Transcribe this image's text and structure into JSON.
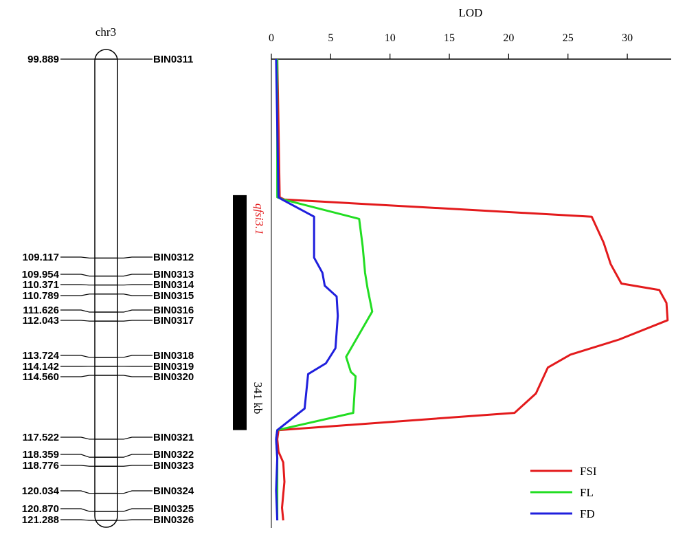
{
  "chart_data": [
    {
      "type": "genetic_map",
      "chromosome": "chr3",
      "markers": [
        {
          "position": "99.889",
          "name": "BIN0311"
        },
        {
          "position": "109.117",
          "name": "BIN0312"
        },
        {
          "position": "109.954",
          "name": "BIN0313"
        },
        {
          "position": "110.371",
          "name": "BIN0314"
        },
        {
          "position": "110.789",
          "name": "BIN0315"
        },
        {
          "position": "111.626",
          "name": "BIN0316"
        },
        {
          "position": "112.043",
          "name": "BIN0317"
        },
        {
          "position": "113.724",
          "name": "BIN0318"
        },
        {
          "position": "114.142",
          "name": "BIN0319"
        },
        {
          "position": "114.560",
          "name": "BIN0320"
        },
        {
          "position": "117.522",
          "name": "BIN0321"
        },
        {
          "position": "118.359",
          "name": "BIN0322"
        },
        {
          "position": "118.776",
          "name": "BIN0323"
        },
        {
          "position": "120.034",
          "name": "BIN0324"
        },
        {
          "position": "120.870",
          "name": "BIN0325"
        },
        {
          "position": "121.288",
          "name": "BIN0326"
        }
      ],
      "qtl": {
        "name": "qfsi3.1",
        "interval_label": "341 kb",
        "start": 106.2,
        "end": 117.1
      }
    },
    {
      "type": "line",
      "xlabel": "LOD",
      "xticks": [
        0,
        5,
        10,
        15,
        20,
        25,
        30
      ],
      "xlim": [
        0,
        33.7
      ],
      "ylim": [
        99.889,
        121.288
      ],
      "legend_position": "bottom-right",
      "series": [
        {
          "name": "FSI",
          "color": "#e31a1c",
          "points": [
            {
              "lod": 0.5,
              "pos": 99.889
            },
            {
              "lod": 0.6,
              "pos": 103.0
            },
            {
              "lod": 0.7,
              "pos": 106.3
            },
            {
              "lod": 1.1,
              "pos": 106.4
            },
            {
              "lod": 27.0,
              "pos": 107.2
            },
            {
              "lod": 28.0,
              "pos": 108.4
            },
            {
              "lod": 28.6,
              "pos": 109.4
            },
            {
              "lod": 29.5,
              "pos": 110.3
            },
            {
              "lod": 32.7,
              "pos": 110.6
            },
            {
              "lod": 33.3,
              "pos": 111.2
            },
            {
              "lod": 33.4,
              "pos": 112.0
            },
            {
              "lod": 29.3,
              "pos": 112.9
            },
            {
              "lod": 25.2,
              "pos": 113.6
            },
            {
              "lod": 23.3,
              "pos": 114.2
            },
            {
              "lod": 22.3,
              "pos": 115.4
            },
            {
              "lod": 20.5,
              "pos": 116.3
            },
            {
              "lod": 0.6,
              "pos": 117.1
            },
            {
              "lod": 0.5,
              "pos": 117.522
            },
            {
              "lod": 0.6,
              "pos": 118.1
            },
            {
              "lod": 1.0,
              "pos": 118.6
            },
            {
              "lod": 1.1,
              "pos": 119.5
            },
            {
              "lod": 0.9,
              "pos": 120.7
            },
            {
              "lod": 1.0,
              "pos": 121.288
            }
          ]
        },
        {
          "name": "FL",
          "color": "#22dd22",
          "points": [
            {
              "lod": 0.5,
              "pos": 99.889
            },
            {
              "lod": 0.5,
              "pos": 103.0
            },
            {
              "lod": 0.5,
              "pos": 106.3
            },
            {
              "lod": 1.0,
              "pos": 106.4
            },
            {
              "lod": 7.4,
              "pos": 107.3
            },
            {
              "lod": 7.7,
              "pos": 108.6
            },
            {
              "lod": 7.9,
              "pos": 109.8
            },
            {
              "lod": 8.1,
              "pos": 110.5
            },
            {
              "lod": 8.5,
              "pos": 111.6
            },
            {
              "lod": 6.3,
              "pos": 113.7
            },
            {
              "lod": 6.7,
              "pos": 114.4
            },
            {
              "lod": 7.1,
              "pos": 114.6
            },
            {
              "lod": 6.9,
              "pos": 116.3
            },
            {
              "lod": 0.5,
              "pos": 117.1
            },
            {
              "lod": 0.4,
              "pos": 117.522
            },
            {
              "lod": 0.5,
              "pos": 118.4
            },
            {
              "lod": 0.5,
              "pos": 119.8
            },
            {
              "lod": 0.5,
              "pos": 121.288
            }
          ]
        },
        {
          "name": "FD",
          "color": "#1f1fdd",
          "points": [
            {
              "lod": 0.4,
              "pos": 99.889
            },
            {
              "lod": 0.5,
              "pos": 103.0
            },
            {
              "lod": 0.6,
              "pos": 106.3
            },
            {
              "lod": 0.9,
              "pos": 106.4
            },
            {
              "lod": 3.6,
              "pos": 107.2
            },
            {
              "lod": 3.6,
              "pos": 109.1
            },
            {
              "lod": 4.3,
              "pos": 109.8
            },
            {
              "lod": 4.5,
              "pos": 110.4
            },
            {
              "lod": 5.5,
              "pos": 110.9
            },
            {
              "lod": 5.6,
              "pos": 111.8
            },
            {
              "lod": 5.4,
              "pos": 113.3
            },
            {
              "lod": 4.6,
              "pos": 114.0
            },
            {
              "lod": 3.1,
              "pos": 114.5
            },
            {
              "lod": 2.8,
              "pos": 116.1
            },
            {
              "lod": 0.5,
              "pos": 117.1
            },
            {
              "lod": 0.4,
              "pos": 117.522
            },
            {
              "lod": 0.5,
              "pos": 118.4
            },
            {
              "lod": 0.4,
              "pos": 119.9
            },
            {
              "lod": 0.5,
              "pos": 121.288
            }
          ]
        }
      ]
    }
  ]
}
